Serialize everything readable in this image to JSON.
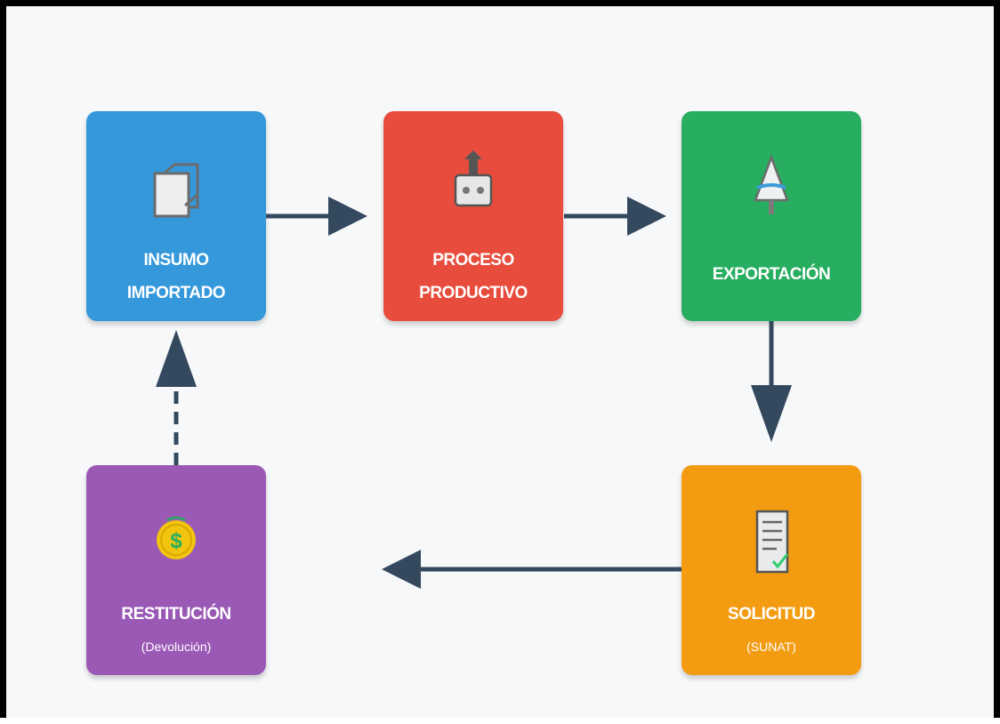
{
  "diagram": {
    "nodes": {
      "insumo": {
        "line1": "INSUMO",
        "line2": "IMPORTADO",
        "icon": "folder-icon",
        "color": "#3498db"
      },
      "proceso": {
        "line1": "PROCESO",
        "line2": "PRODUCTIVO",
        "icon": "factory-machine-icon",
        "color": "#e74c3c"
      },
      "exportacion": {
        "line1": "EXPORTACIÓN",
        "icon": "ship-icon",
        "color": "#27ae60"
      },
      "solicitud": {
        "line1": "SOLICITUD",
        "sub": "(SUNAT)",
        "icon": "document-check-icon",
        "color": "#f39c12"
      },
      "restitucion": {
        "line1": "RESTITUCIÓN",
        "sub": "(Devolución)",
        "icon": "coin-dollar-icon",
        "color": "#9b59b6"
      }
    },
    "edges": [
      {
        "from": "insumo",
        "to": "proceso",
        "style": "solid"
      },
      {
        "from": "proceso",
        "to": "exportacion",
        "style": "solid"
      },
      {
        "from": "exportacion",
        "to": "solicitud",
        "style": "solid"
      },
      {
        "from": "solicitud",
        "to": "restitucion",
        "style": "solid"
      },
      {
        "from": "restitucion",
        "to": "insumo",
        "style": "dashed"
      }
    ],
    "arrow_color": "#34495e"
  }
}
